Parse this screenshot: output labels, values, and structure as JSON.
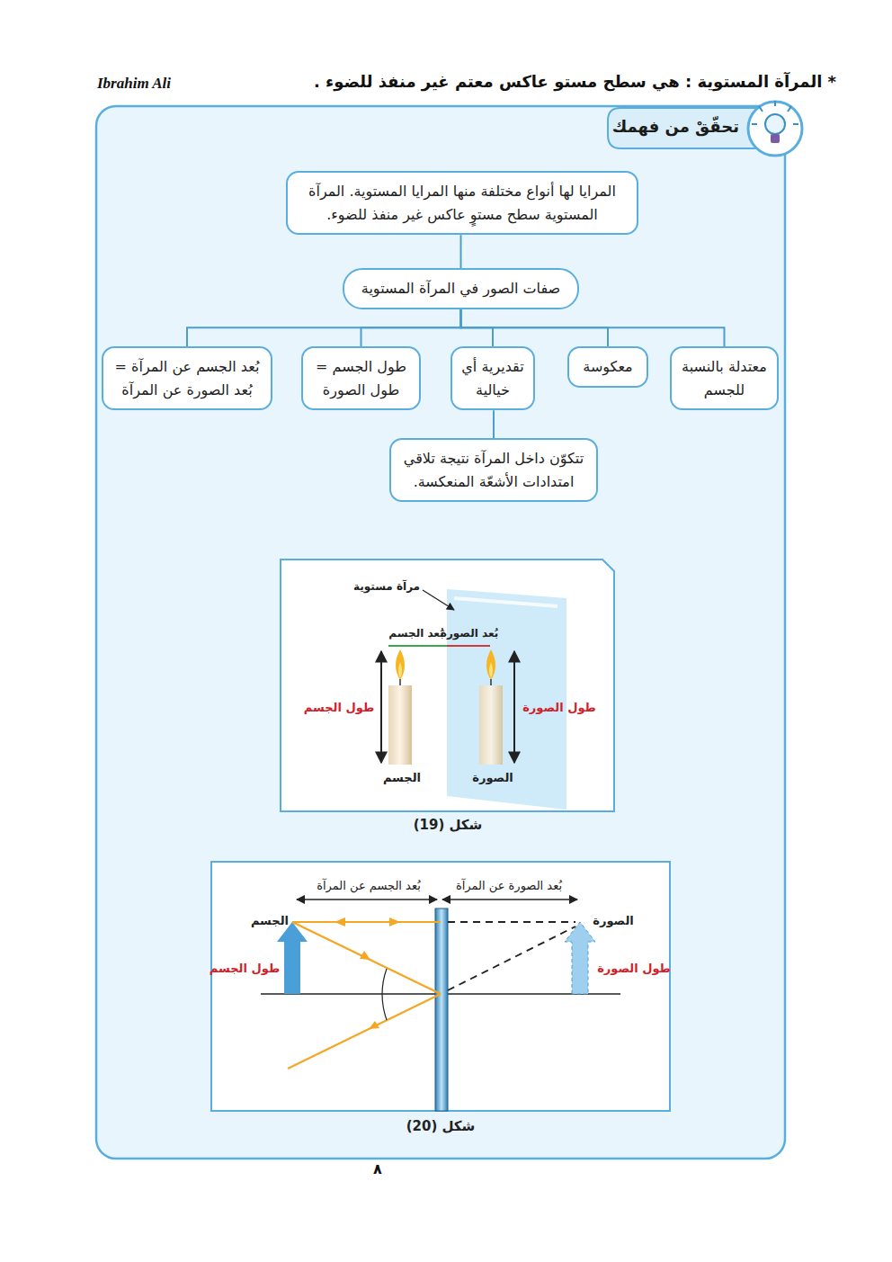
{
  "diagram": {
    "nodes": [
      {
        "text": [
          "المرايا لها أنواع مختلفة منها المرايا المستوية. المرآة المستوية سطح مستوٍ عاكس غير منفذ للضوء."
        ]
      },
      {
        "text": [
          "صفات الصور في المرآة المستوية"
        ]
      },
      {
        "text": [
          "معتدلة بالنسبة للجسم"
        ]
      },
      {
        "text": [
          "معكوسة"
        ]
      },
      {
        "text": [
          "تقديرية أي خيالية"
        ]
      },
      {
        "text": [
          "طول الجسم = طول الصورة"
        ]
      },
      {
        "text": [
          "بُعد الجسم عن المرآة = بُعد الصورة عن المرآة"
        ]
      },
      {
        "text": [
          "تتكوّن داخل المرآة نتيجة تلاقي امتدادات الأشعّة المنعكسة."
        ]
      }
    ],
    "edges": [
      {
        "from": 0,
        "to": 1,
        "arrow": "none"
      },
      {
        "from": 1,
        "to": 2,
        "arrow": "none"
      },
      {
        "from": 1,
        "to": 3,
        "arrow": "none"
      },
      {
        "from": 1,
        "to": 4,
        "arrow": "none"
      },
      {
        "from": 1,
        "to": 5,
        "arrow": "none"
      },
      {
        "from": 1,
        "to": 6,
        "arrow": "none"
      },
      {
        "from": 4,
        "to": 7,
        "arrow": "none"
      }
    ],
    "labels": [
      "* المرآة المستوية : هي سطح مستو عاكس معتم غير منفذ للضوء .",
      "Ibrahim Ali",
      "تحقّقْ من فهمك",
      "مرآة مستوية",
      "بُعد الجسم",
      "بُعد الصورة",
      "طول الجسم",
      "طول الصورة",
      "الجسم",
      "الصورة",
      "شكل (19)",
      "بُعد الجسم عن المرآة",
      "بُعد الصورة عن المرآة",
      "الجسم",
      "الصورة",
      "طول الجسم",
      "طول الصورة",
      "شكل (20)",
      "٨"
    ]
  }
}
